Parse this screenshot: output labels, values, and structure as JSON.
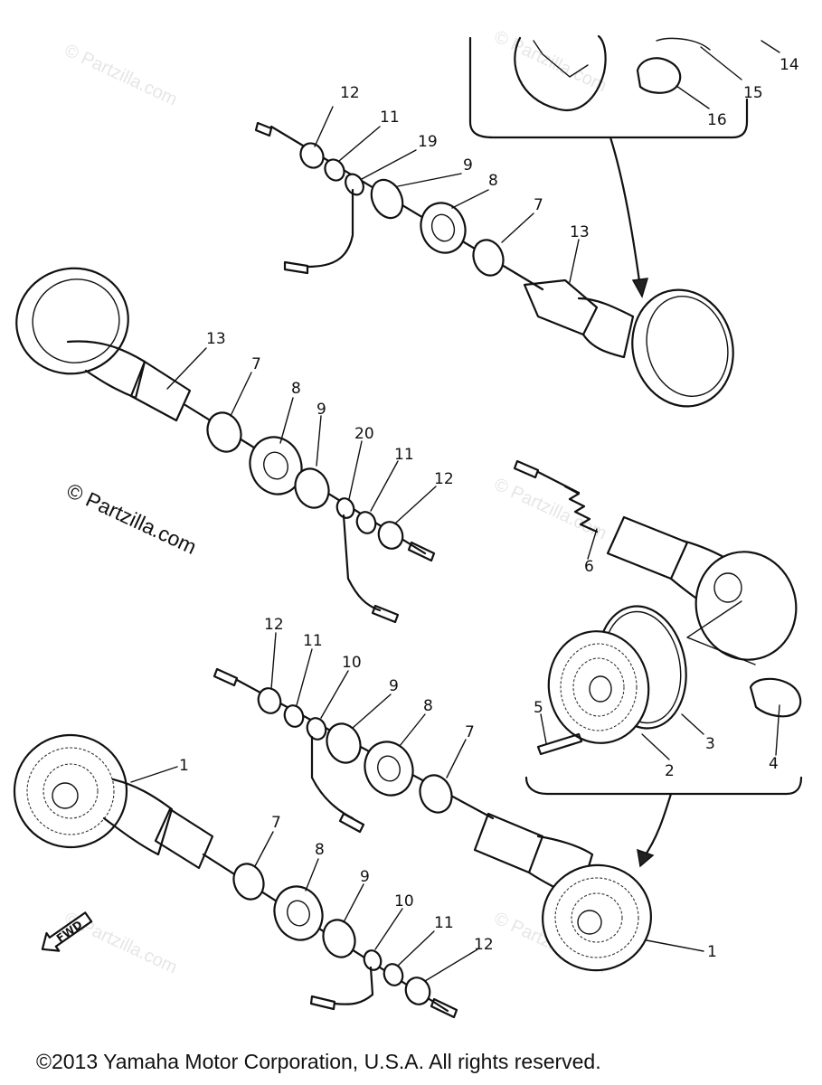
{
  "watermark": {
    "text": "© Partzilla.com"
  },
  "copyright": "©2013 Yamaha Motor Corporation, U.S.A. All rights reserved.",
  "fwd_badge": "FWD",
  "callouts": {
    "c14": "14",
    "c15": "15",
    "c16": "16",
    "c12a": "12",
    "c11a": "11",
    "c19": "19",
    "c9a": "9",
    "c8a": "8",
    "c7a": "7",
    "c13a": "13",
    "c13b": "13",
    "c7b": "7",
    "c8b": "8",
    "c9b": "9",
    "c20": "20",
    "c11b": "11",
    "c12b": "12",
    "c6": "6",
    "c5": "5",
    "c2": "2",
    "c3": "3",
    "c4": "4",
    "c12c": "12",
    "c11c": "11",
    "c10a": "10",
    "c9c": "9",
    "c8c": "8",
    "c7c": "7",
    "c1a": "1",
    "c7d": "7",
    "c8d": "8",
    "c9d": "9",
    "c10b": "10",
    "c11d": "11",
    "c12d": "12",
    "c1b": "1"
  }
}
